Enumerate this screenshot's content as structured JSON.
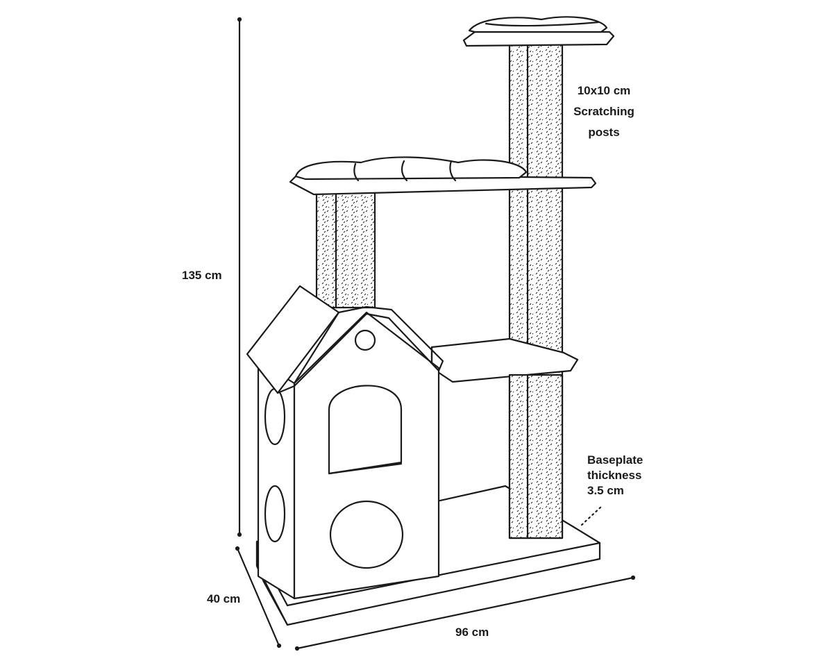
{
  "figure": {
    "subject": "cat-tree",
    "stroke_color": "#1a1a1a",
    "fill_color": "#ffffff"
  },
  "dimensions": {
    "height": "135 cm",
    "depth": "40 cm",
    "width": "96 cm"
  },
  "annotations": {
    "scratching_posts": [
      "10x10 cm",
      "Scratching",
      "posts"
    ],
    "baseplate": [
      "Baseplate",
      "thickness",
      "3.5 cm"
    ]
  },
  "icons": {
    "dimension_line": "dimension-line",
    "leader_line": "dotted-leader-line"
  }
}
